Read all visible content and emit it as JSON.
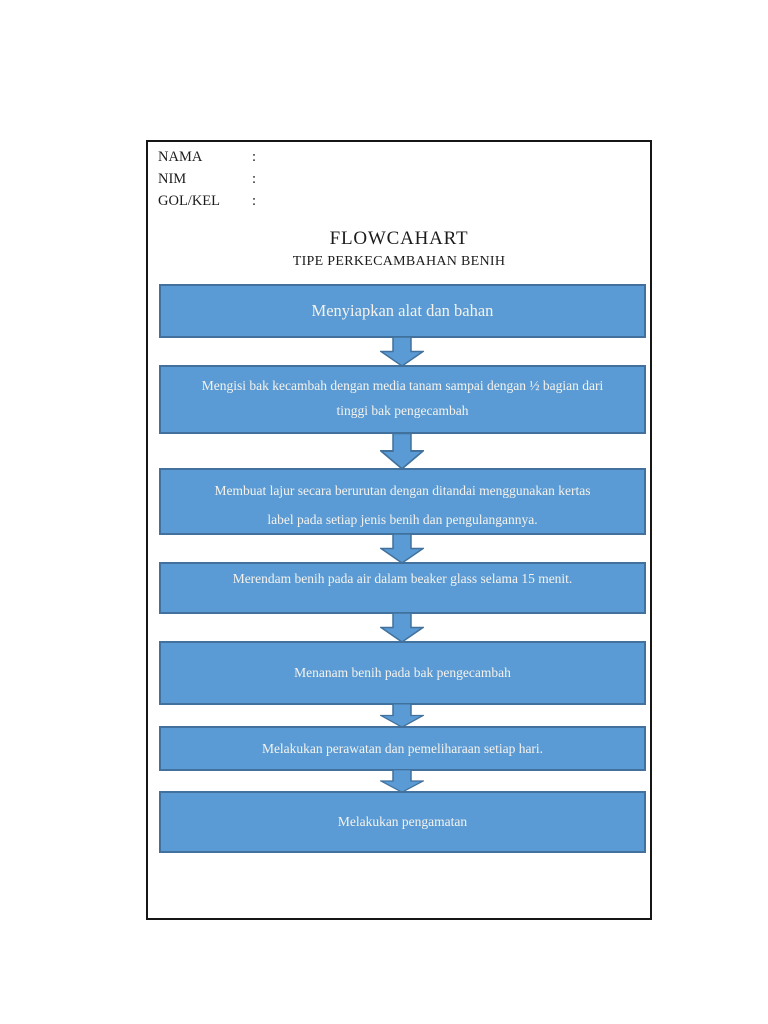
{
  "document": {
    "header_fields": [
      {
        "label": "NAMA",
        "separator": ":",
        "value": ""
      },
      {
        "label": "NIM",
        "separator": ":",
        "value": ""
      },
      {
        "label": "GOL/KEL",
        "separator": ":",
        "value": ""
      }
    ],
    "title": "FLOWCAHART",
    "subtitle": "TIPE PERKECAMBAHAN BENIH",
    "flowchart": {
      "connector_icon": "down-arrow",
      "steps": [
        {
          "lines": [
            "Menyiapkan alat dan bahan"
          ]
        },
        {
          "lines": [
            "Mengisi bak kecambah dengan media tanam sampai dengan ½ bagian dari",
            "tinggi bak pengecambah"
          ]
        },
        {
          "lines": [
            "Membuat  lajur secara berurutan dengan ditandai menggunakan kertas",
            "label  pada setiap jenis benih dan pengulangannya."
          ]
        },
        {
          "lines": [
            "Merendam benih pada air dalam beaker glass selama 15 menit."
          ]
        },
        {
          "lines": [
            "Menanam benih pada bak pengecambah"
          ]
        },
        {
          "lines": [
            "Melakukan perawatan dan pemeliharaan setiap hari."
          ]
        },
        {
          "lines": [
            "Melakukan pengamatan"
          ]
        }
      ]
    },
    "colors": {
      "box_fill": "#5b9bd5",
      "box_border": "#41719c",
      "box_text": "#f5f2ec",
      "page_border": "#161616",
      "page_background": "#ffffff",
      "text": "#1c1c1c"
    }
  }
}
